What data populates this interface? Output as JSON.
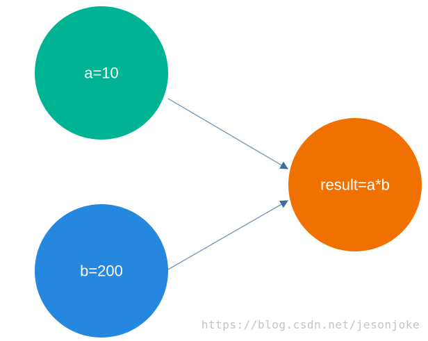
{
  "diagram": {
    "nodes": [
      {
        "id": "a",
        "label": "a=10",
        "color": "#00b493"
      },
      {
        "id": "b",
        "label": "b=200",
        "color": "#2588de"
      },
      {
        "id": "result",
        "label": "result=a*b",
        "color": "#f07100"
      }
    ],
    "edges": [
      {
        "from": "a",
        "to": "result"
      },
      {
        "from": "b",
        "to": "result"
      }
    ],
    "edge_color": "#3a6fa0"
  },
  "watermark": "https://blog.csdn.net/jesonjoke"
}
